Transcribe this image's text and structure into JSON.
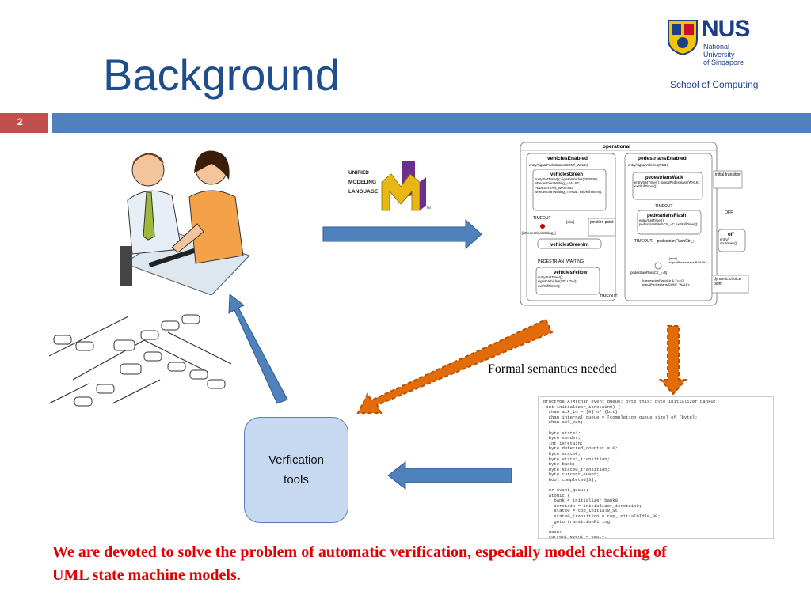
{
  "slide": {
    "title": "Background",
    "page_number": "2",
    "accent_colors": {
      "title": "#1f4e8c",
      "band_red": "#c0504d",
      "band_blue": "#4f81bd",
      "text_red": "#e00000",
      "arrow_blue": "#4f81bd",
      "arrow_orange": "#e36c0a"
    }
  },
  "logo": {
    "name": "NUS",
    "subtitle_line1": "National University",
    "subtitle_line2": "of Singapore",
    "school": "School of Computing"
  },
  "uml_logo": {
    "line1": "UNIFIED",
    "line2": "MODELING",
    "line3": "LANGUAGE",
    "tm": "TM"
  },
  "state_machine": {
    "outer": "operational",
    "left_region": "vehiclesEnabled",
    "left_entry": "entry/signalPedestrians(DONT_WALK);",
    "right_region": "pedestriansEnabled",
    "right_entry": "entry/signalVehicles(RED);",
    "s_green": "vehiclesGreen",
    "s_green_body": "entry/SetTimer(); signalVehicles(GREEN); isPedestrianWaiting_=FALSE; PEDESTRIAN_WAITING/ isPedestrianWaiting_=TRUE; exit/KillTimer();",
    "timeout": "TIMEOUT",
    "else": "[else]",
    "guard": "[isPedestrianWaiting_]",
    "junction": "junction point",
    "s_green_int": "vehiclesGreenInt",
    "ped_waiting": "PEDESTRIAN_WAITING",
    "s_yellow": "vehiclesYellow",
    "s_yellow_body": "entry/SetTimer(); signalVehicles(YELLOW); exit/KillTimer();",
    "s_walk": "pedestriansWalk",
    "s_walk_body": "entry/SetTimer(); signalPedestrians(WALK); exit/KillTimer();",
    "s_flash": "pedestriansFlash",
    "s_flash_body": "entry/SetTimer(); pedestrianFlashCtr_=7; exit/KillTimer();",
    "timeout_flash": "TIMEOUT/ --pedestrianFlashCtr_;",
    "initial": "initial transition",
    "off": "OFF",
    "s_off": "off",
    "s_off_body": "entry/ shutdown()",
    "dynamic": "dynamic choice point",
    "guard2": "[pedestrianFlashCtr_==0]",
    "guard3": "[(pedestrianFlashCtr & 1)==0] signalPedestrians(DONT_WALK);",
    "else2": "[else] signalPedestrians(BLANK);"
  },
  "labels": {
    "formal_semantics": "Formal semantics needed",
    "verification_tools": "Verfication tools",
    "bottom_text": "We are devoted to solve the problem of automatic verification, especially model checking of UML state machine models."
  },
  "code_snippet": "proctype ATM(chan event_queue; byte this; byte initializer_bank0;\n int initializer_isretain0) {\n  chan ack_in = [0] of {bit};\n  chan internal_queue = [completion_queue_size] of {byte};\n  chan ack_out;\n\n  byte state1;\n  byte sender;\n  int isretain;\n  byte deferred_counter = 0;\n  byte state0;\n  byte state1_transition;\n  byte bank;\n  byte state0_transition;\n  byte current_event;\n  bool completed[3];\n\n  xr event_queue;\n  atomic {\n    bank = initializer_bank0;\n    isretain = initializer_isretain0;\n    state0 = top_initial0_St;\n    state0_transition = top_initial0Idle_00;\n    goto transitionFiring\n  };\n  main:\n  current_event = empty;\n  sender = empty;\n  if\n  :: internal_queue?[current_event] ->\n     internal_queue?current_event\n  :: else ->\n     event_queue?current_event,sender,ack_out\n  fi;"
}
